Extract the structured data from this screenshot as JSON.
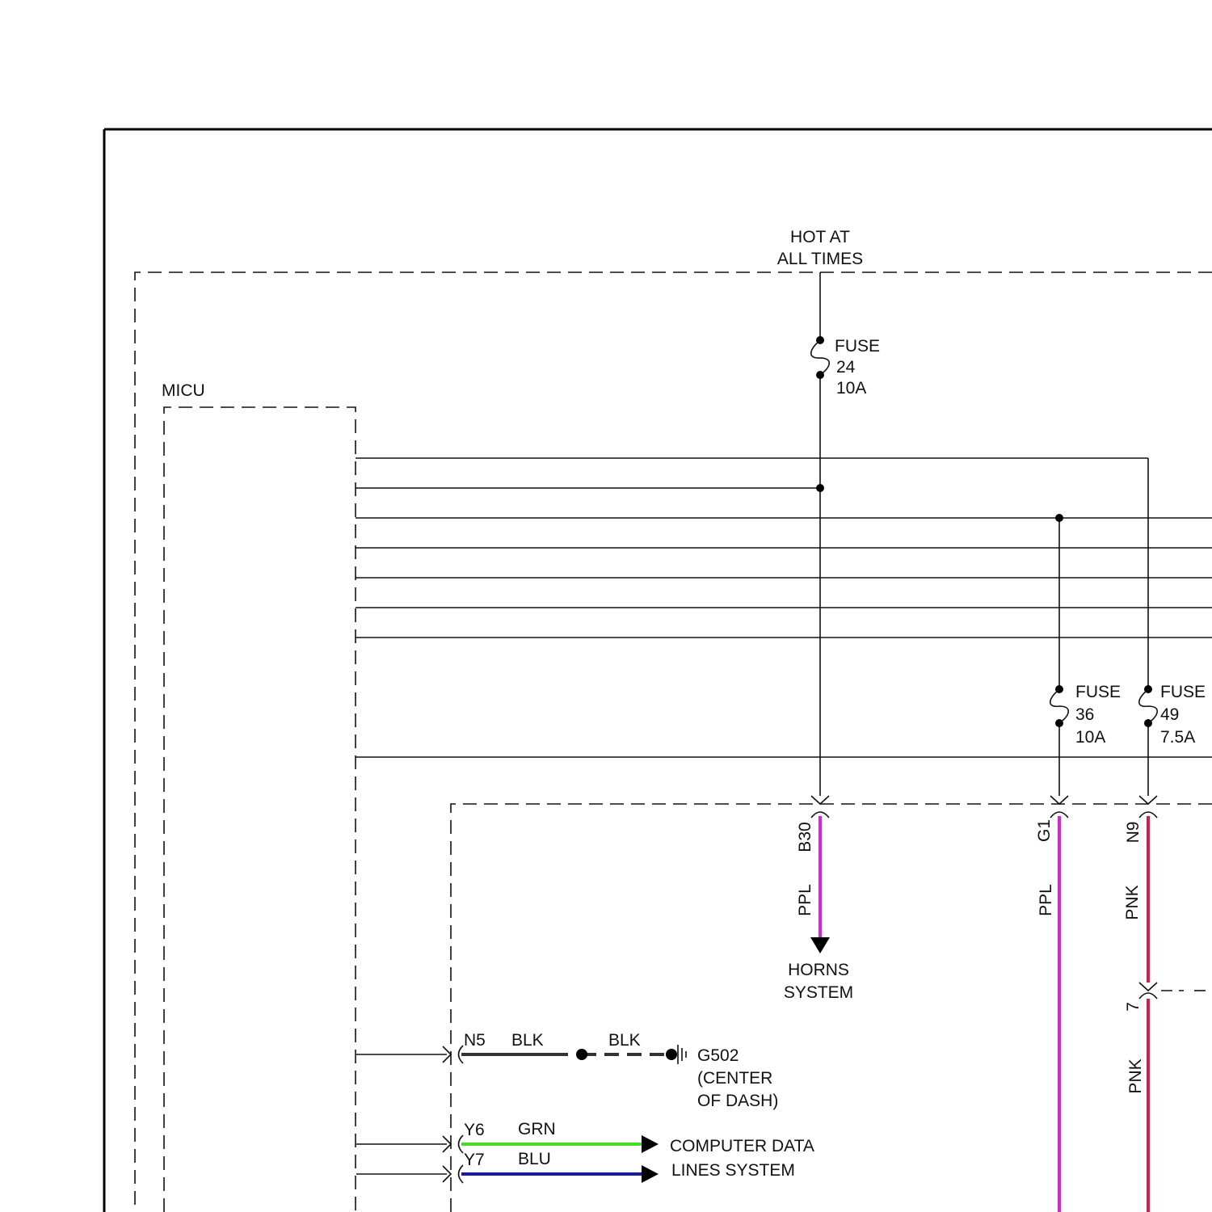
{
  "diagram": {
    "power_source": {
      "line1": "HOT AT",
      "line2": "ALL TIMES"
    },
    "module_name": "MICU",
    "fuses": [
      {
        "label": "FUSE",
        "number": "24",
        "rating": "10A"
      },
      {
        "label": "FUSE",
        "number": "36",
        "rating": "10A"
      },
      {
        "label": "FUSE",
        "number": "49",
        "rating": "7.5A"
      }
    ],
    "circuits": [
      {
        "terminal": "B30",
        "wire_color": "PPL",
        "wire_hex": "#e020e0"
      },
      {
        "terminal": "G1",
        "wire_color": "PPL",
        "wire_hex": "#e020e0"
      },
      {
        "terminal": "N9",
        "wire_color": "PNK",
        "wire_hex": "#d81b4a"
      }
    ],
    "inline_connector": {
      "terminal": "7",
      "wire_color": "PNK"
    },
    "horns_destination": {
      "line1": "HORNS",
      "line2": "SYSTEM"
    },
    "ground_circuit": {
      "terminal": "N5",
      "wire_color": "BLK",
      "wire_color_2": "BLK",
      "wire_hex": "#333333",
      "ground_id": "G502",
      "location_line1": "(CENTER",
      "location_line2": "OF DASH)"
    },
    "data_circuits": [
      {
        "terminal": "Y6",
        "wire_color": "GRN",
        "wire_hex": "#44dd22"
      },
      {
        "terminal": "Y7",
        "wire_color": "BLU",
        "wire_hex": "#1a1aaa"
      }
    ],
    "data_destination": {
      "line1": "COMPUTER DATA",
      "line2": "LINES SYSTEM"
    }
  }
}
